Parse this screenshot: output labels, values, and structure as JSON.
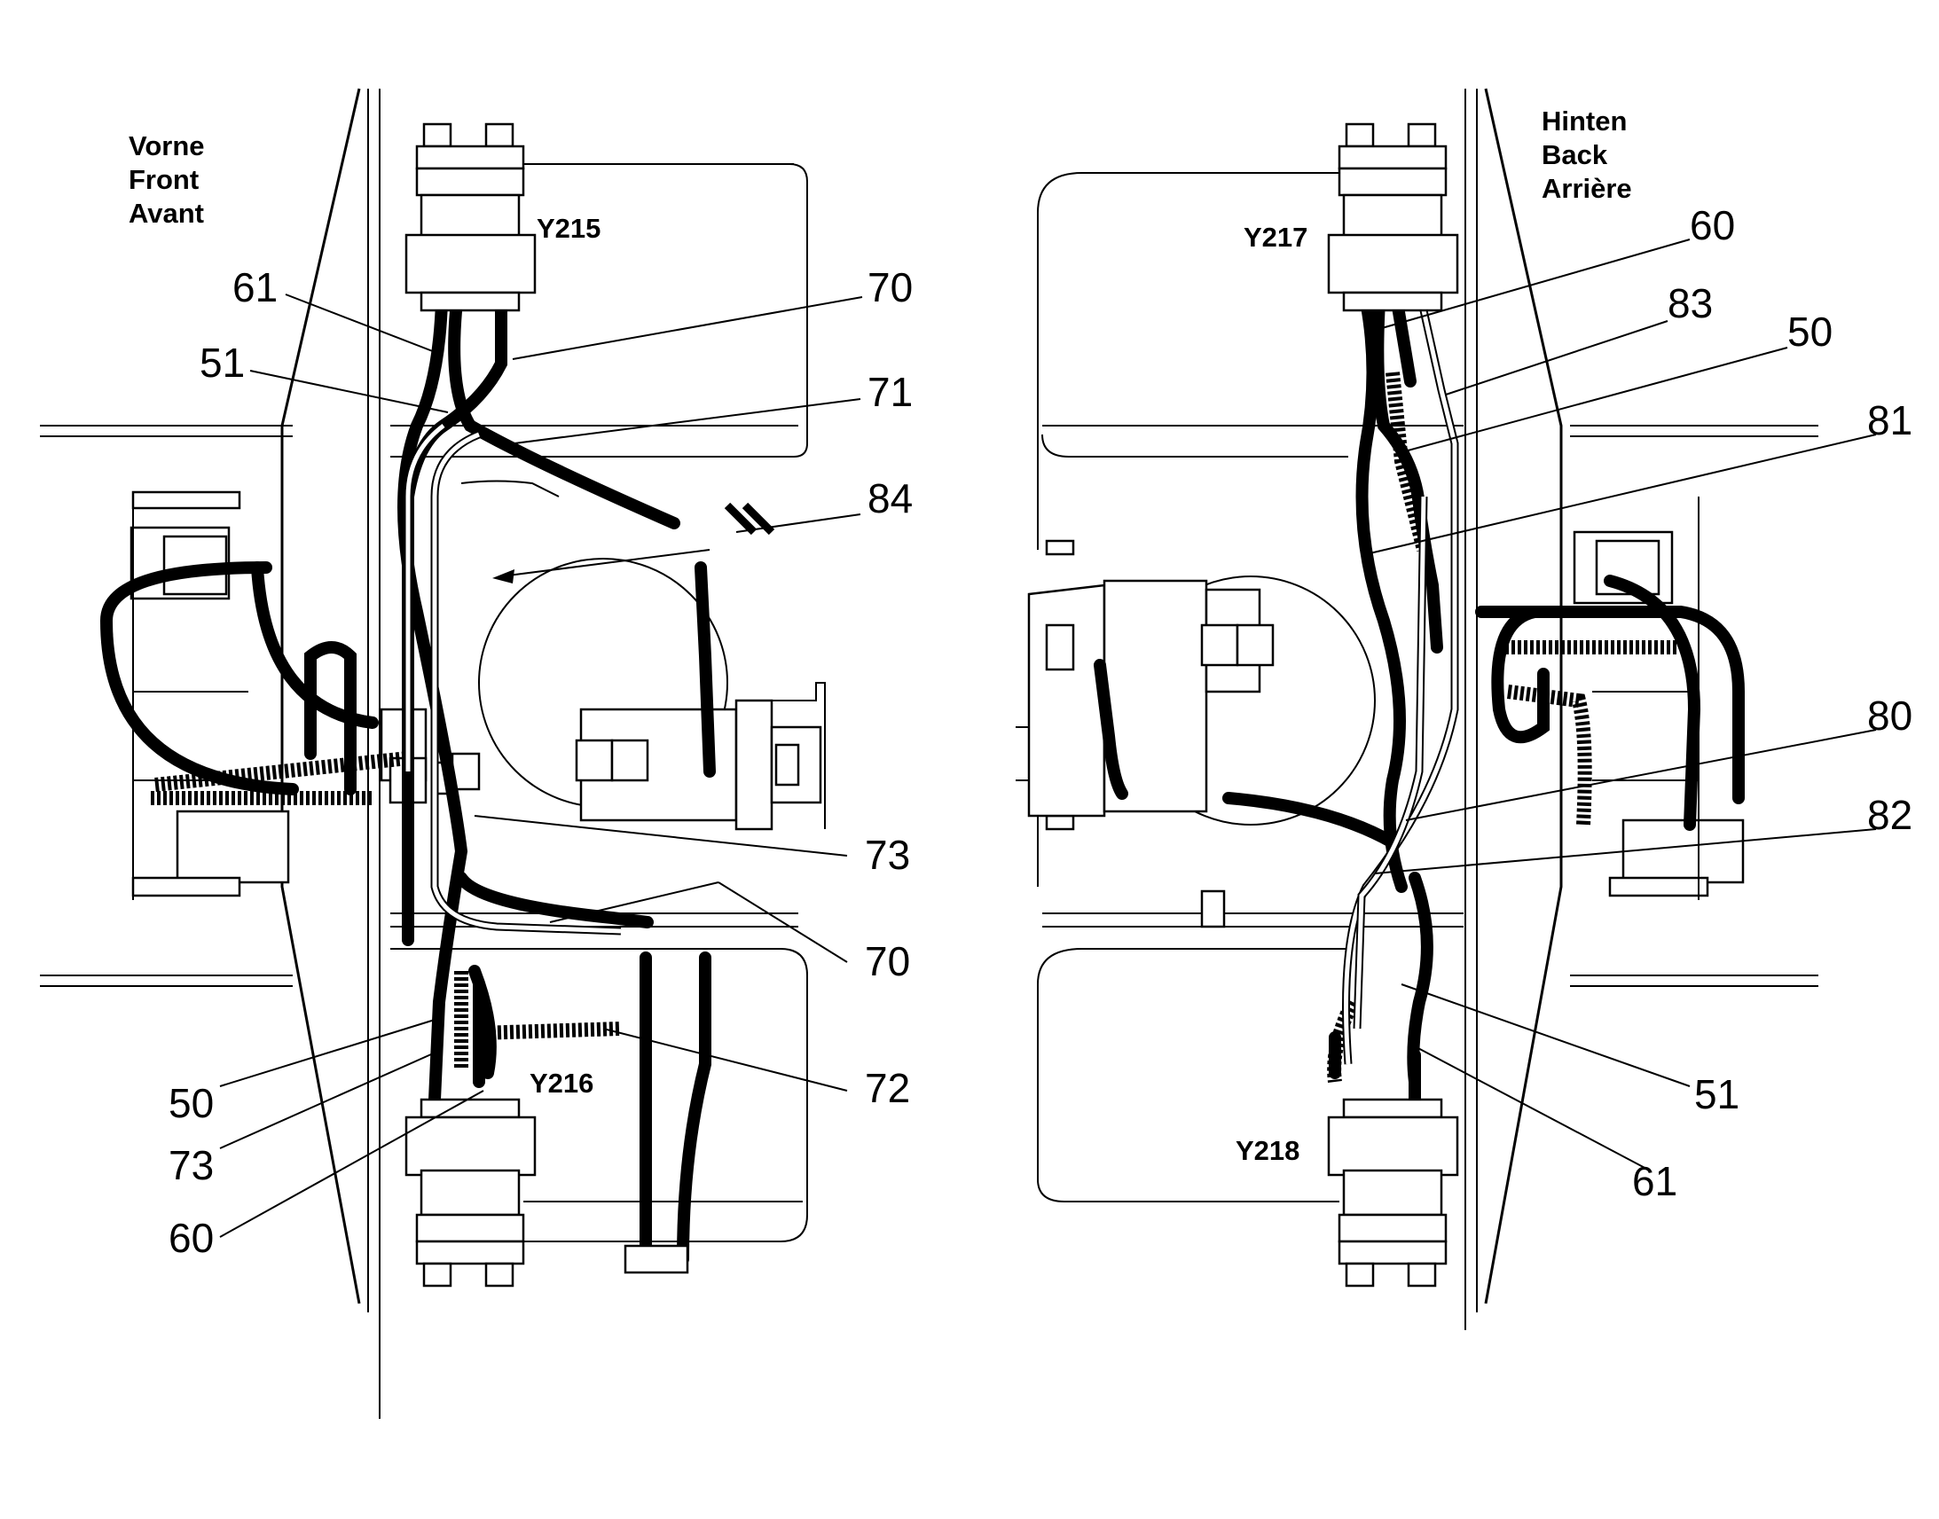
{
  "directions": {
    "front": [
      "Vorne",
      "Front",
      "Avant"
    ],
    "back": [
      "Hinten",
      "Back",
      "Arrière"
    ]
  },
  "valves": {
    "y215": "Y215",
    "y216": "Y216",
    "y217": "Y217",
    "y218": "Y218"
  },
  "left_callouts": {
    "c61": "61",
    "c51": "51",
    "c70_top": "70",
    "c71": "71",
    "c84": "84",
    "c73_right": "73",
    "c70_mid": "70",
    "c72": "72",
    "c50": "50",
    "c73_left": "73",
    "c60": "60"
  },
  "right_callouts": {
    "c60": "60",
    "c83": "83",
    "c50": "50",
    "c81": "81",
    "c80": "80",
    "c82": "82",
    "c51": "51",
    "c61": "61"
  }
}
